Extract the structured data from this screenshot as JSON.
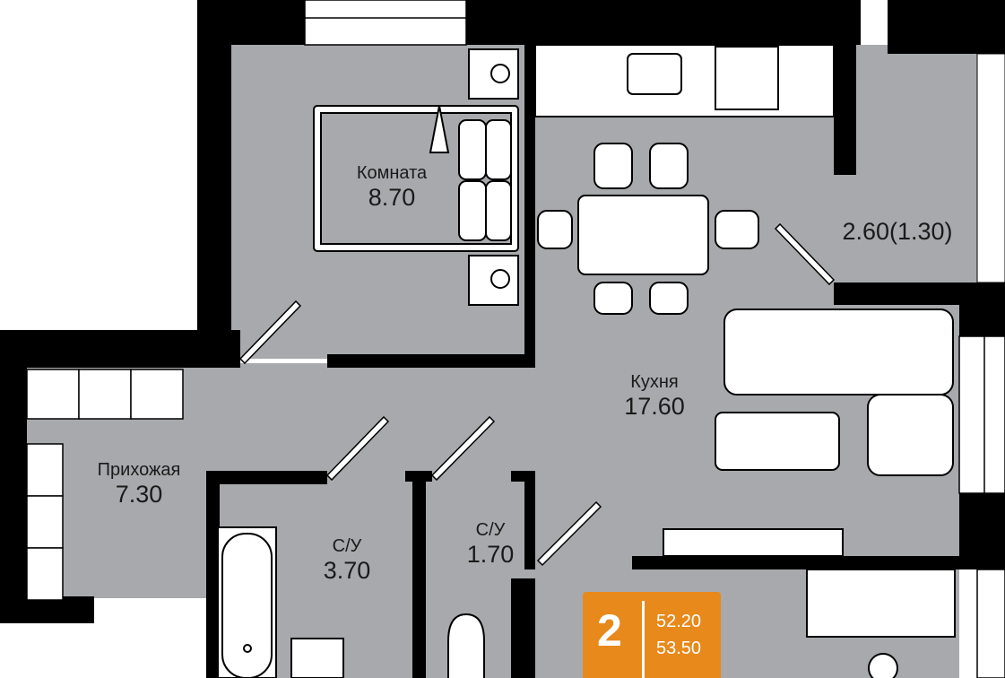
{
  "rooms": {
    "bedroom": {
      "name": "Комната",
      "area": "8.70"
    },
    "balcony": {
      "area": "2.60(1.30)"
    },
    "kitchen": {
      "name": "Кухня",
      "area": "17.60"
    },
    "hallway": {
      "name": "Прихожая",
      "area": "7.30"
    },
    "bathroom": {
      "name": "С/У",
      "area": "3.70"
    },
    "wc": {
      "name": "С/У",
      "area": "1.70"
    }
  },
  "badge": {
    "rooms": "2",
    "living_area": "52.20",
    "total_area": "53.50"
  },
  "colors": {
    "floor": "#a7a9ac",
    "wall": "#000000",
    "accent": "#e8891c"
  }
}
